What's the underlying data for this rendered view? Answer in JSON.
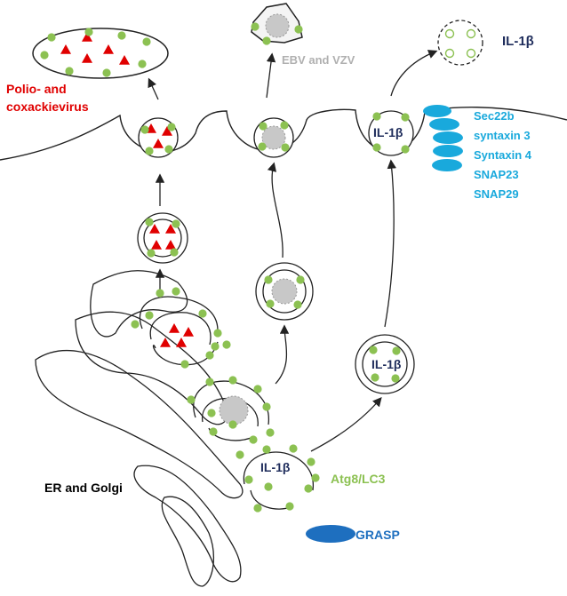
{
  "labels": {
    "polio": "Polio- and",
    "coxsackie": "coxackievirus",
    "ebv": "EBV and VZV",
    "il1b_top": "IL-1β",
    "il1b_membrane": "IL-1β",
    "il1b_vesicle": "IL-1β",
    "il1b_golgi": "IL-1β",
    "snare_list": [
      "Sec22b",
      "syntaxin 3",
      "Syntaxin 4",
      "SNAP23",
      "SNAP29"
    ],
    "atg8": "Atg8/LC3",
    "er_golgi": "ER and Golgi",
    "grasp": "GRASP"
  },
  "colors": {
    "cargo_green": "#8cc152",
    "virus_red": "#e00000",
    "snare_cyan": "#19a9dc",
    "grasp_blue": "#1e6fbf",
    "virion_grey": "#c8c8c8",
    "label_navy": "#1f2d5c"
  }
}
